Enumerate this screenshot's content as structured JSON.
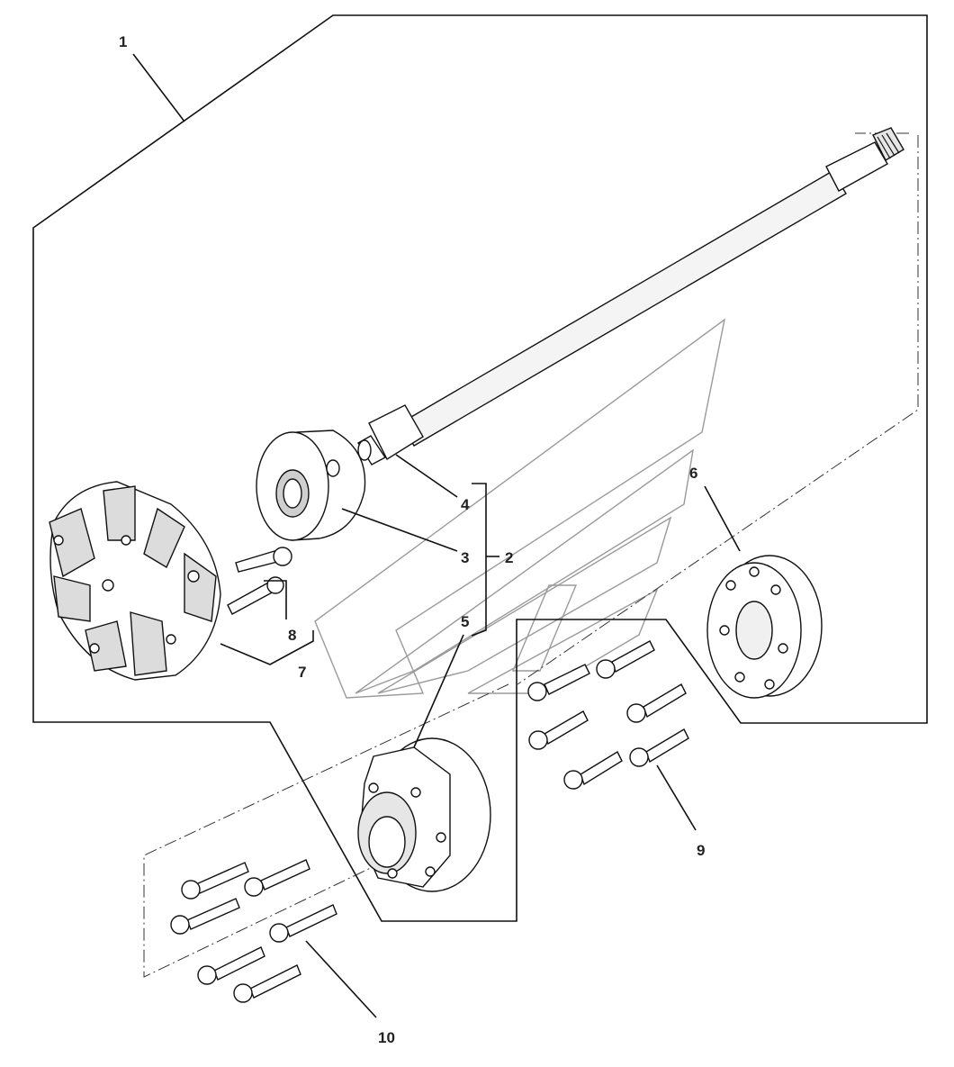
{
  "callouts": [
    {
      "id": "1",
      "text": "1"
    },
    {
      "id": "2",
      "text": "2"
    },
    {
      "id": "3",
      "text": "3"
    },
    {
      "id": "4",
      "text": "4"
    },
    {
      "id": "5",
      "text": "5"
    },
    {
      "id": "6",
      "text": "6"
    },
    {
      "id": "7",
      "text": "7"
    },
    {
      "id": "8",
      "text": "8"
    },
    {
      "id": "9",
      "text": "9"
    },
    {
      "id": "10",
      "text": "10"
    }
  ],
  "colors": {
    "line": "#111111",
    "shade": "#d9d9d9",
    "watermark": "#9a9a9a",
    "background": "#ffffff"
  }
}
